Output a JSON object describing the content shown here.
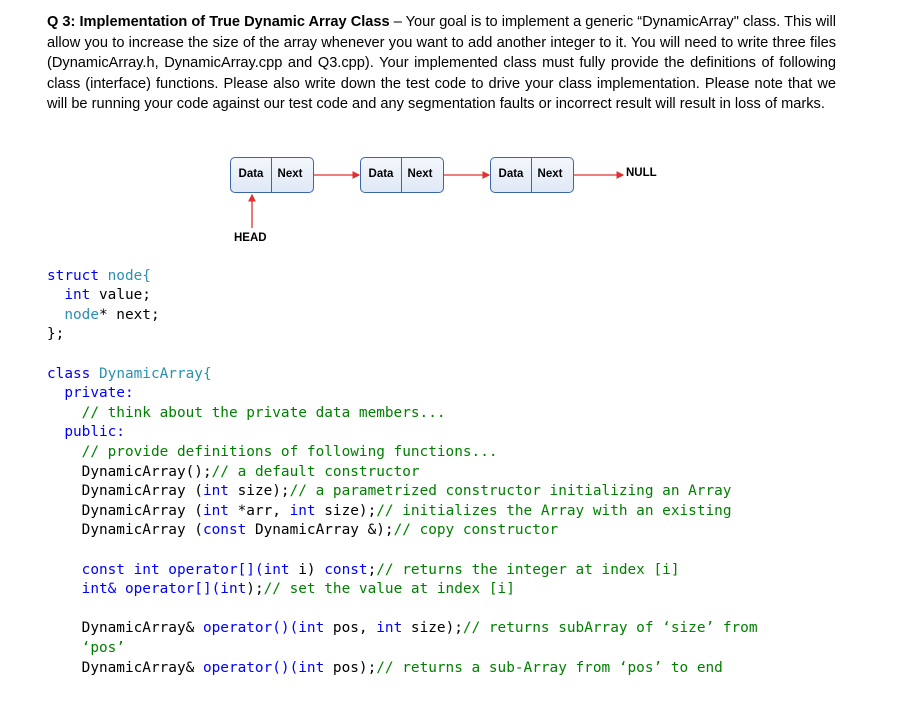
{
  "question": {
    "heading": "Q 3: Implementation of True Dynamic Array Class",
    "body": " – Your goal is to implement a generic “DynamicArray\" class. This will allow you to increase the size of the array whenever you want to add another integer to it.  You will need to write three files (DynamicArray.h, DynamicArray.cpp and Q3.cpp). Your implemented class must fully provide the definitions of following class (interface) functions. Please also write down the test code to drive your class implementation. Please note that we will be running your code against our test code and any segmentation faults or incorrect result will result in loss of marks."
  },
  "diagram": {
    "nodes": [
      {
        "data": "Data",
        "next": "Next"
      },
      {
        "data": "Data",
        "next": "Next"
      },
      {
        "data": "Data",
        "next": "Next"
      }
    ],
    "null_label": "NULL",
    "head_label": "HEAD",
    "colors": {
      "border": "#3c66a8",
      "arrow": "#e03030"
    }
  },
  "struct_code": {
    "l1a": "struct",
    "l1b": " node{",
    "l2a": "  int",
    "l2b": " value;",
    "l3a": "  node",
    "l3b": "* next;",
    "l4": "};"
  },
  "class_code": {
    "c1a": "class",
    "c1b": " DynamicArray{",
    "c2": "  private:",
    "c3": "    // think about the private data members...",
    "c4": "  public:",
    "c5": "    // provide definitions of following functions...",
    "c6a": "    DynamicArray();",
    "c6b": "// a default constructor",
    "c7a": "    DynamicArray (",
    "c7b": "int",
    "c7c": " size);",
    "c7d": "// a parametrized constructor initializing an Array",
    "c8a": "    DynamicArray (",
    "c8b": "int",
    "c8c": " *arr, ",
    "c8d": "int",
    "c8e": " size);",
    "c8f": "// initializes the Array with an existing",
    "c9a": "    DynamicArray (",
    "c9b": "const",
    "c9c": " DynamicArray &);",
    "c9d": "// copy constructor",
    "c10a": "    const int",
    "c10b": " operator[](",
    "c10c": "int",
    "c10d": " i) ",
    "c10e": "const",
    "c10f": ";",
    "c10g": "// returns the integer at index [i]",
    "c11a": "    int&",
    "c11b": " operator[](",
    "c11c": "int",
    "c11d": ");",
    "c11e": "// set the value at index [i]",
    "c12a": "    DynamicArray& ",
    "c12b": "operator()(",
    "c12c": "int",
    "c12d": " pos, ",
    "c12e": "int",
    "c12f": " size);",
    "c12g": "// returns subArray of ‘size’ from",
    "c13": "    ‘pos’",
    "c14a": "    DynamicArray& ",
    "c14b": "operator()(",
    "c14c": "int",
    "c14d": " pos);",
    "c14e": "// returns a sub-Array from ‘pos’ to end"
  }
}
